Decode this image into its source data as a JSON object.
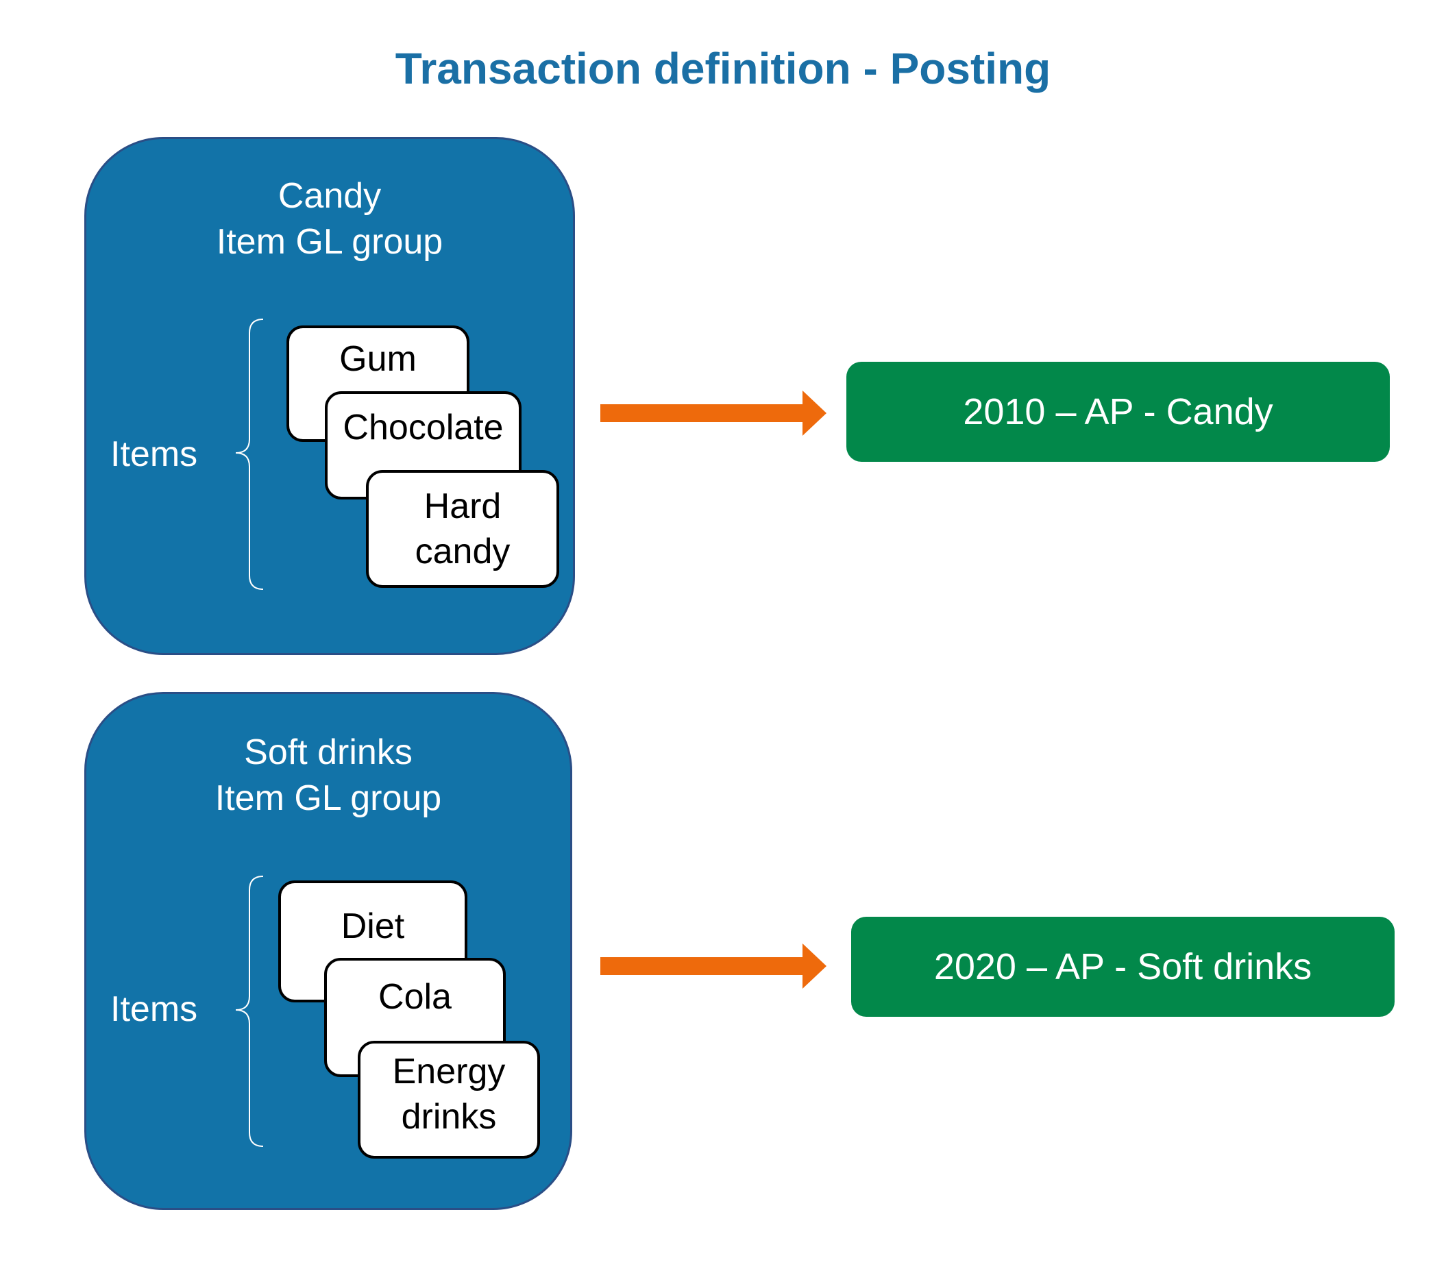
{
  "title": "Transaction definition - Posting",
  "colors": {
    "title": "#1A6FA5",
    "group_fill": "#1273A8",
    "group_border": "#2A4E86",
    "arrow": "#EE6A0C",
    "account_fill": "#02884A"
  },
  "groups": [
    {
      "name_line1": "Candy",
      "name_line2": "Item GL group",
      "items_label": "Items",
      "items": [
        "Gum",
        "Chocolate",
        "Hard candy"
      ],
      "account": "2010 – AP - Candy"
    },
    {
      "name_line1": "Soft drinks",
      "name_line2": "Item GL group",
      "items_label": "Items",
      "items": [
        "Diet",
        "Cola",
        "Energy drinks"
      ],
      "account": "2020 – AP - Soft drinks"
    }
  ]
}
